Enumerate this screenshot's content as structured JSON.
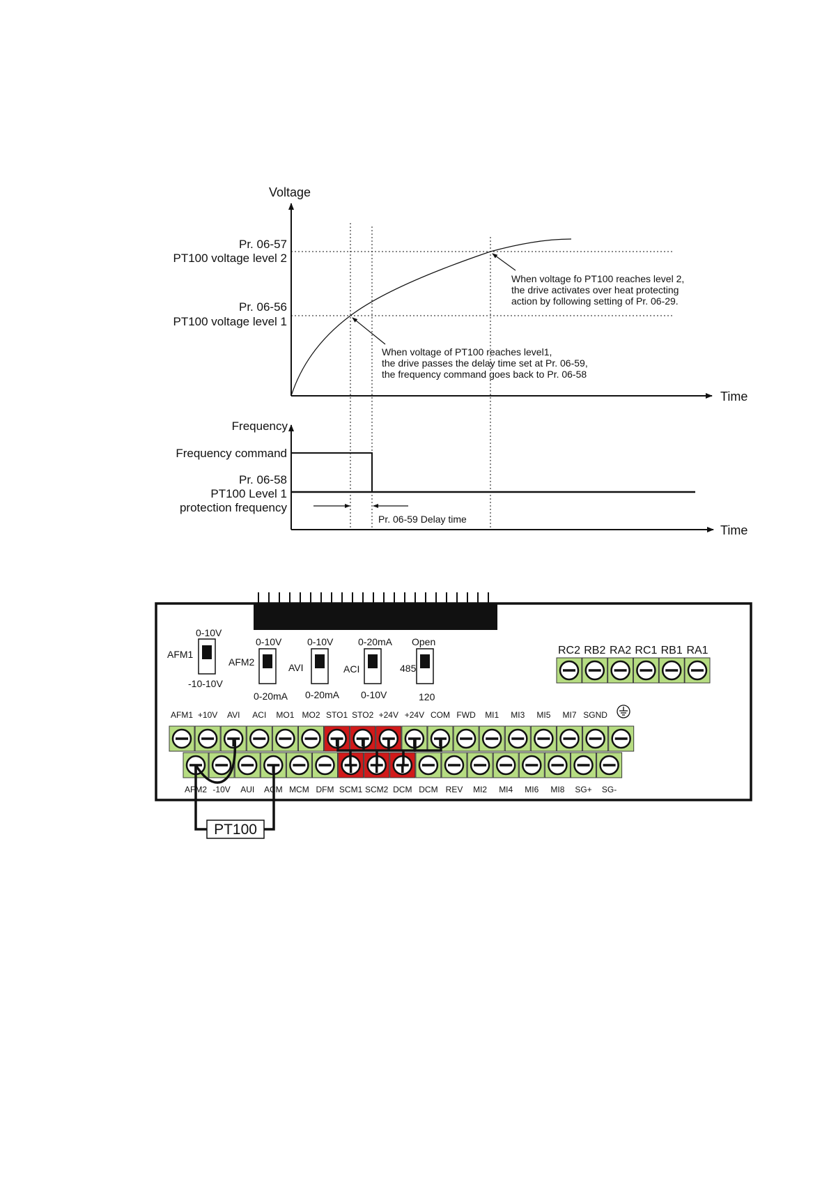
{
  "timing_chart": {
    "voltage_axis_label": "Voltage",
    "frequency_axis_label": "Frequency",
    "time_label_upper": "Time",
    "time_label_lower": "Time",
    "level2_param": "Pr. 06-57",
    "level2_name": "PT100 voltage level 2",
    "level1_param": "Pr. 06-56",
    "level1_name": "PT100 voltage level 1",
    "freq_command": "Frequency command",
    "protect_param": "Pr. 06-58",
    "protect_line1": "PT100 Level 1",
    "protect_line2": "protection frequency",
    "delay_label": "Pr. 06-59 Delay time",
    "note_level2": [
      "When voltage fo PT100 reaches level 2,",
      "the drive activates over heat protecting",
      "action by following setting of Pr. 06-29."
    ],
    "note_level1": [
      "When voltage of PT100 reaches level1,",
      "the drive passes the delay time set at Pr. 06-59,",
      "the frequency command goes back to Pr. 06-58"
    ]
  },
  "board": {
    "switches": {
      "afm1": {
        "name": "AFM1",
        "top": "0-10V",
        "bottom": "-10-10V"
      },
      "afm2": {
        "name": "AFM2",
        "top": "0-10V",
        "bottom": "0-20mA"
      },
      "avi": {
        "name": "AVI",
        "top": "0-10V",
        "bottom": "0-20mA"
      },
      "aci": {
        "name": "ACI",
        "top": "0-20mA",
        "bottom": "0-10V"
      },
      "r485": {
        "name": "485",
        "top": "Open",
        "bottom": "120"
      }
    },
    "relay_labels": [
      "RC2",
      "RB2",
      "RA2",
      "RC1",
      "RB1",
      "RA1"
    ],
    "top_row_labels": [
      "AFM1",
      "+10V",
      "AVI",
      "ACI",
      "MO1",
      "MO2",
      "STO1",
      "STO2",
      "+24V",
      "+24V",
      "COM",
      "FWD",
      "MI1",
      "MI3",
      "MI5",
      "MI7",
      "SGND"
    ],
    "bottom_row_labels": [
      "AFM2",
      "-10V",
      "AUI",
      "ACM",
      "MCM",
      "DFM",
      "SCM1",
      "SCM2",
      "DCM",
      "DCM",
      "REV",
      "MI2",
      "MI4",
      "MI6",
      "MI8",
      "SG+",
      "SG-"
    ],
    "sensor_label": "PT100",
    "colors": {
      "terminal_green": "#b6dc82",
      "terminal_red": "#d11a1a",
      "housing": "#111111"
    }
  }
}
